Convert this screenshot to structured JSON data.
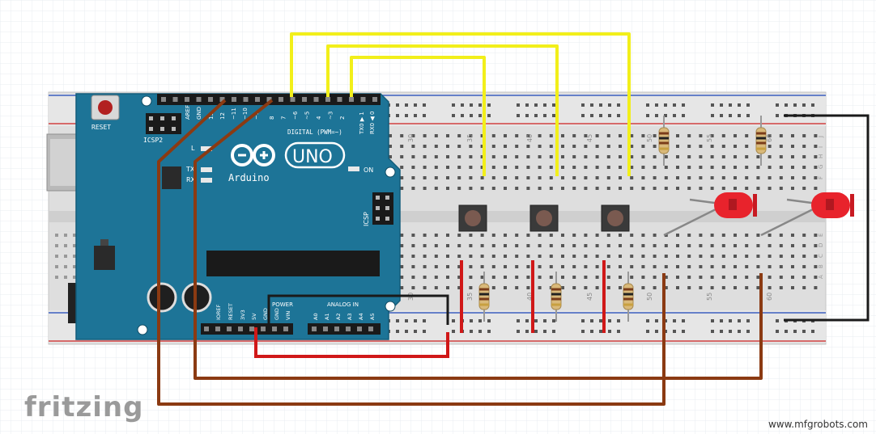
{
  "labels": {
    "reset": "RESET",
    "icsp2": "ICSP2",
    "icsp": "ICSP",
    "aref": "AREF",
    "gnd": "GND",
    "digital": "DIGITAL (PWM=~)",
    "arduino": "Arduino",
    "uno": "UNO",
    "on": "ON",
    "l": "L",
    "tx": "TX",
    "rx": "RX",
    "power": "POWER",
    "analog_in": "ANALOG IN",
    "ioref": "IOREF",
    "reset_pin": "RESET",
    "v33": "3V3",
    "v5": "5V",
    "gnd1": "GND",
    "gnd2": "GND",
    "vin": "VIN",
    "a0": "A0",
    "a1": "A1",
    "a2": "A2",
    "a3": "A3",
    "a4": "A4",
    "a5": "A5",
    "txo": "TX0 ▶ 1",
    "rxi": "RX0 ◀ 0"
  },
  "digital_pins": [
    "8",
    "7",
    "~6",
    "~5",
    "4",
    "~3",
    "2"
  ],
  "digital_pins_high": [
    "13",
    "12",
    "~11",
    "~10",
    "~9"
  ],
  "breadboard": {
    "column_numbers": [
      "30",
      "35",
      "40",
      "45",
      "50",
      "55",
      "60"
    ],
    "row_letters_top": [
      "J",
      "I",
      "H",
      "G",
      "F"
    ],
    "row_letters_bottom": [
      "E",
      "D",
      "C",
      "B",
      "A"
    ]
  },
  "brand": "fritzing",
  "watermark": "www.mfgrobots.com",
  "colors": {
    "board": "#1d7497",
    "yellow_wire": "#f2ef1a",
    "brown_wire": "#8b3a12",
    "red_wire": "#d01818",
    "black_wire": "#1a1a1a",
    "led": "#e8232c"
  }
}
